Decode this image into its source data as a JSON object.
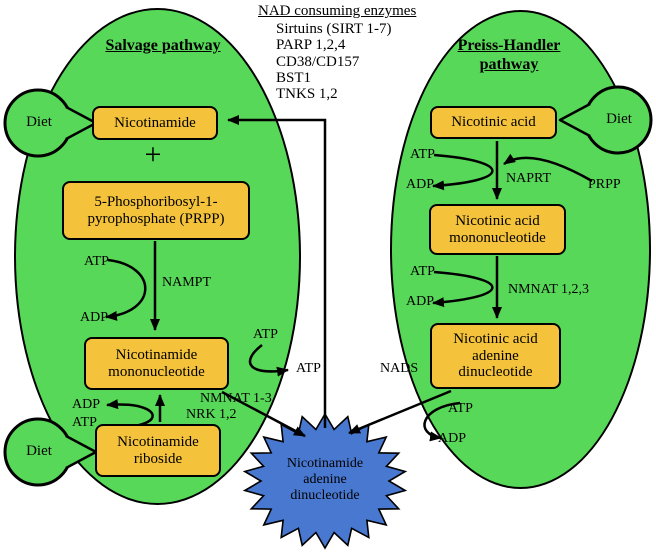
{
  "labels": {
    "atp": "ATP",
    "adp": "ADP",
    "diet": "Diet",
    "plus": "+"
  },
  "header": {
    "title": "NAD consuming enzymes",
    "items": [
      "Sirtuins (SIRT 1-7)",
      "PARP 1,2,4",
      "CD38/CD157",
      "BST1",
      "TNKS 1,2"
    ]
  },
  "salvage": {
    "title": "Salvage pathway",
    "nicotinamide": "Nicotinamide",
    "prpp": "5-Phosphoribosyl-1-pyrophosphate (PRPP)",
    "nmn": "Nicotinamide mononucleotide",
    "nr": "Nicotinamide riboside",
    "nampt": "NAMPT",
    "nmnat": "NMNAT 1-3",
    "nrk": "NRK 1,2"
  },
  "preiss": {
    "title": "Preiss-Handler pathway",
    "na": "Nicotinic acid",
    "namn": "Nicotinic acid mononucleotide",
    "naad": "Nicotinic acid adenine dinucleotide",
    "naprt": "NAPRT",
    "prpp": "PRPP",
    "nmnat": "NMNAT 1,2,3",
    "nads": "NADS"
  },
  "center": {
    "nad": "Nicotinamide adenine dinucleotide"
  },
  "colors": {
    "ellipse_green": "#58d858",
    "box_orange": "#f5c33b",
    "star_blue": "#4878d0"
  }
}
